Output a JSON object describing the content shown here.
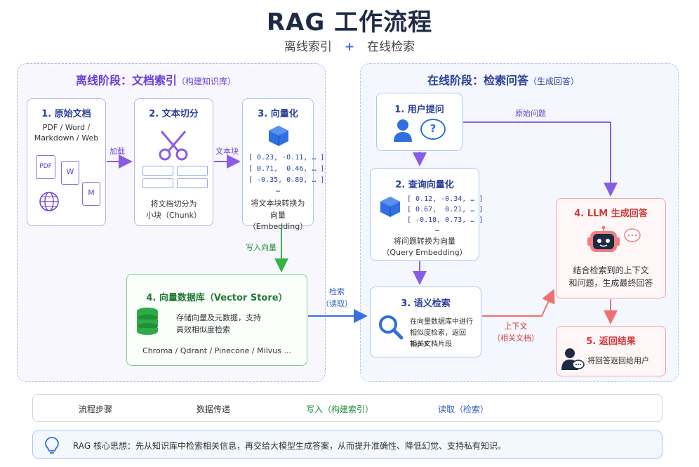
{
  "header": {
    "title": "RAG 工作流程",
    "subtitle_left": "离线索引",
    "subtitle_plus": "+",
    "subtitle_right": "在线检索"
  },
  "offline": {
    "title": "离线阶段：文档索引",
    "title_note": "（构建知识库）",
    "step1": {
      "title": "1. 原始文档",
      "desc1": "PDF / Word /",
      "desc2": "Markdown / Web",
      "pdf": "PDF",
      "word": "W",
      "md": "M"
    },
    "step2": {
      "title": "2. 文本切分",
      "desc1": "将文档切分为",
      "desc2": "小块（Chunk）"
    },
    "step3": {
      "title": "3. 向量化",
      "vec1": "[ 0.23, -0.11, … ]",
      "vec2": "[ 0.71,  0.46, … ]",
      "vec3": "[ -0.35, 0.89, … ]",
      "ellipsis": "…",
      "desc1": "将文本块转换为",
      "desc2": "向量（Embedding）"
    },
    "step4": {
      "title": "4. 向量数据库（Vector Store）",
      "desc1": "存储向量及元数据，支持",
      "desc2": "高效相似度检索",
      "dbs": "Chroma / Qdrant / Pinecone / Milvus ..."
    },
    "arrow_load": "加载",
    "arrow_chunk": "文本块",
    "arrow_write": "写入向量"
  },
  "online": {
    "title": "在线阶段：检索问答",
    "title_note": "（生成回答）",
    "step1": {
      "title": "1. 用户提问",
      "q": "?"
    },
    "step2": {
      "title": "2. 查询向量化",
      "vec1": "[ 0.12, -0.34, … ]",
      "vec2": "[ 0.67,  0.21, … ]",
      "vec3": "[ -0.18, 0.73, … ]",
      "ellipsis": "…",
      "desc1": "将问题转换为向量",
      "desc2": "（Query Embedding）"
    },
    "step3": {
      "title": "3. 语义检索",
      "desc1": "在向量数据库中进行",
      "desc2": "相似度检索，返回 Top-K",
      "desc3": "相关文档片段"
    },
    "step4": {
      "title": "4. LLM 生成回答",
      "desc1": "结合检索到的上下文",
      "desc2": "和问题，生成最终回答"
    },
    "step5": {
      "title": "5. 返回结果",
      "desc": "将回答返回给用户"
    },
    "arrow_original": "原始问题",
    "arrow_context1": "上下文",
    "arrow_context2": "（相关文档）"
  },
  "cross": {
    "retrieve1": "检索",
    "retrieve2": "（读取）"
  },
  "legend": {
    "flow": "流程步骤",
    "data": "数据传递",
    "write": "写入（构建索引）",
    "read": "读取（检索）"
  },
  "note": {
    "text": "RAG 核心思想：先从知识库中检索相关信息，再交给大模型生成答案，从而提升准确性、降低幻觉、支持私有知识。"
  },
  "colors": {
    "flow": "#8a5ce6",
    "data": "#f07070",
    "write": "#36b24a",
    "read": "#3b6fe0"
  }
}
